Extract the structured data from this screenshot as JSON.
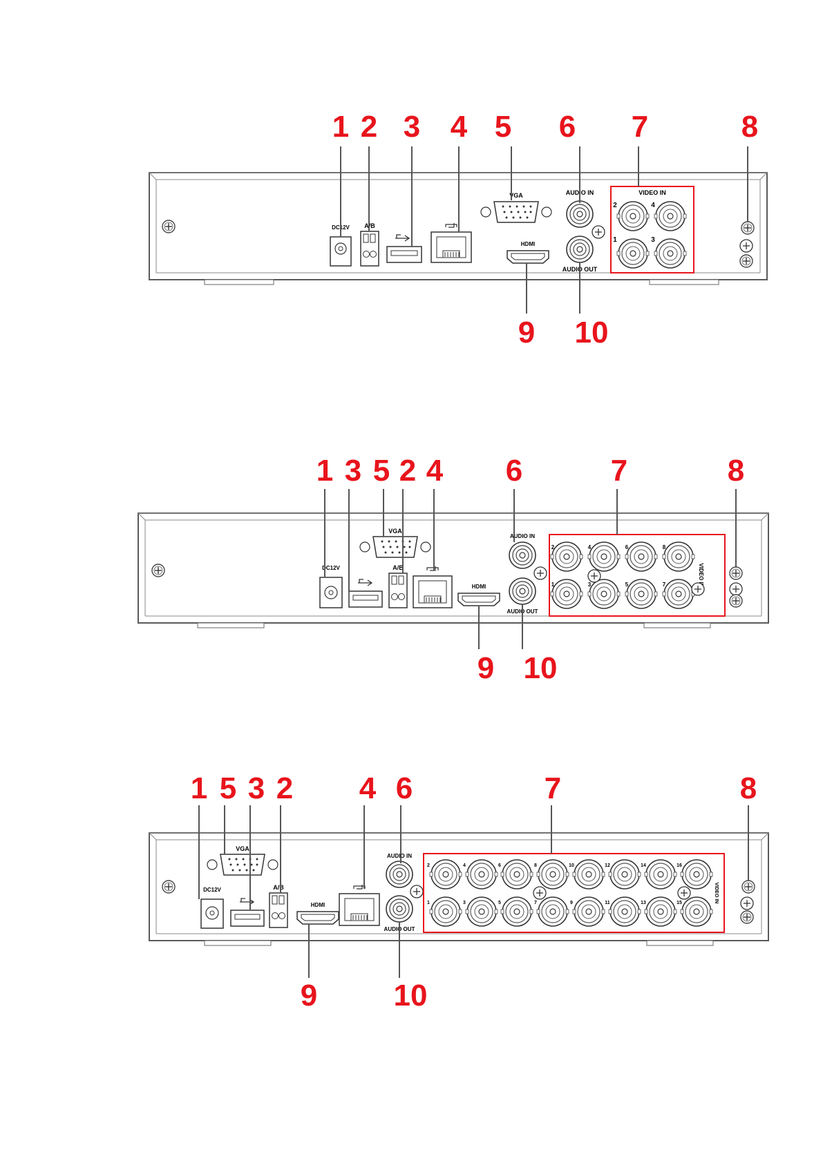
{
  "colors": {
    "callout": "#e8141c",
    "line": "#555555",
    "panel_fill": "#ffffff",
    "panel_edge": "#5a5a5a"
  },
  "panels": [
    {
      "name": "panel-4ch",
      "port_labels": {
        "dc": "DC12V",
        "ab": "A/B",
        "vga": "VGA",
        "hdmi": "HDMI",
        "audio_in": "AUDIO IN",
        "audio_out": "AUDIO OUT",
        "video_in": "VIDEO IN"
      },
      "bnc_numbers": [
        "2",
        "4",
        "1",
        "3"
      ],
      "callouts": {
        "top": [
          "1",
          "2",
          "3",
          "4",
          "5",
          "6",
          "7",
          "8"
        ],
        "bottom": [
          "9",
          "10"
        ]
      }
    },
    {
      "name": "panel-8ch",
      "port_labels": {
        "dc": "DC12V",
        "ab": "A/B",
        "vga": "VGA",
        "hdmi": "HDMI",
        "audio_in": "AUDIO IN",
        "audio_out": "AUDIO OUT",
        "video_in": "VIDEO IN"
      },
      "bnc_numbers": [
        "2",
        "4",
        "6",
        "8",
        "1",
        "3",
        "5",
        "7"
      ],
      "callouts": {
        "top": [
          "1",
          "3",
          "5",
          "2",
          "4",
          "6",
          "7",
          "8"
        ],
        "bottom": [
          "9",
          "10"
        ]
      }
    },
    {
      "name": "panel-16ch",
      "port_labels": {
        "dc": "DC12V",
        "ab": "A/B",
        "vga": "VGA",
        "hdmi": "HDMI",
        "audio_in": "AUDIO IN",
        "audio_out": "AUDIO OUT",
        "video_in": "VIDEO IN"
      },
      "bnc_numbers": [
        "2",
        "4",
        "6",
        "8",
        "10",
        "12",
        "14",
        "16",
        "1",
        "3",
        "5",
        "7",
        "9",
        "11",
        "13",
        "15"
      ],
      "callouts": {
        "top": [
          "1",
          "5",
          "3",
          "2",
          "4",
          "6",
          "7",
          "8"
        ],
        "bottom": [
          "9",
          "10"
        ]
      }
    }
  ]
}
